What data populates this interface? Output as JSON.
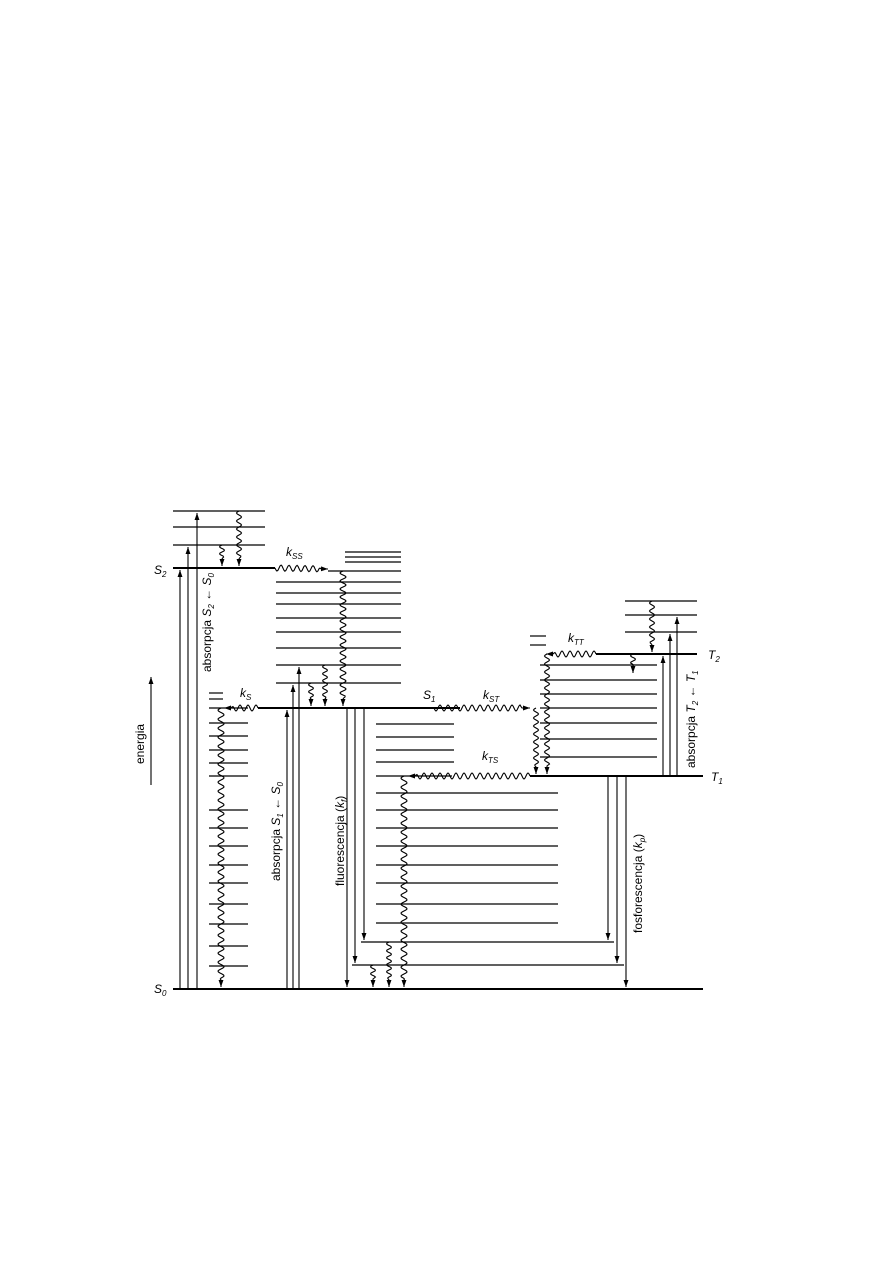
{
  "diagram": {
    "states": {
      "s0": {
        "main": "S",
        "sub": "0"
      },
      "s1": {
        "main": "S",
        "sub": "1"
      },
      "s2": {
        "main": "S",
        "sub": "2"
      },
      "t1": {
        "main": "T",
        "sub": "1"
      },
      "t2": {
        "main": "T",
        "sub": "2"
      }
    },
    "energy_axis_label": "energia",
    "rates": {
      "kss": {
        "main": "k",
        "sub": "SS"
      },
      "ks": {
        "main": "k",
        "sub": "S"
      },
      "kst": {
        "main": "k",
        "sub": "ST"
      },
      "kts": {
        "main": "k",
        "sub": "TS"
      },
      "ktt": {
        "main": "k",
        "sub": "TT"
      }
    },
    "transitions": {
      "abs_s2": {
        "prefix": "absorpcja ",
        "to": "S",
        "to_sub": "2",
        "arrow": " ← ",
        "from": "S",
        "from_sub": "0"
      },
      "abs_s1": {
        "prefix": "absorpcja ",
        "to": "S",
        "to_sub": "1",
        "arrow": " ← ",
        "from": "S",
        "from_sub": "0"
      },
      "abs_t2": {
        "prefix": "absorpcja ",
        "to": "T",
        "to_sub": "2",
        "arrow": " ← ",
        "from": "T",
        "from_sub": "1"
      },
      "fluorescence": {
        "text": "fluorescencja (",
        "k": "k",
        "k_sub": "f",
        "close": ")"
      },
      "phosphorescence": {
        "text": "fosforescencja (",
        "k": "k",
        "k_sub": "p",
        "close": ")"
      }
    }
  }
}
